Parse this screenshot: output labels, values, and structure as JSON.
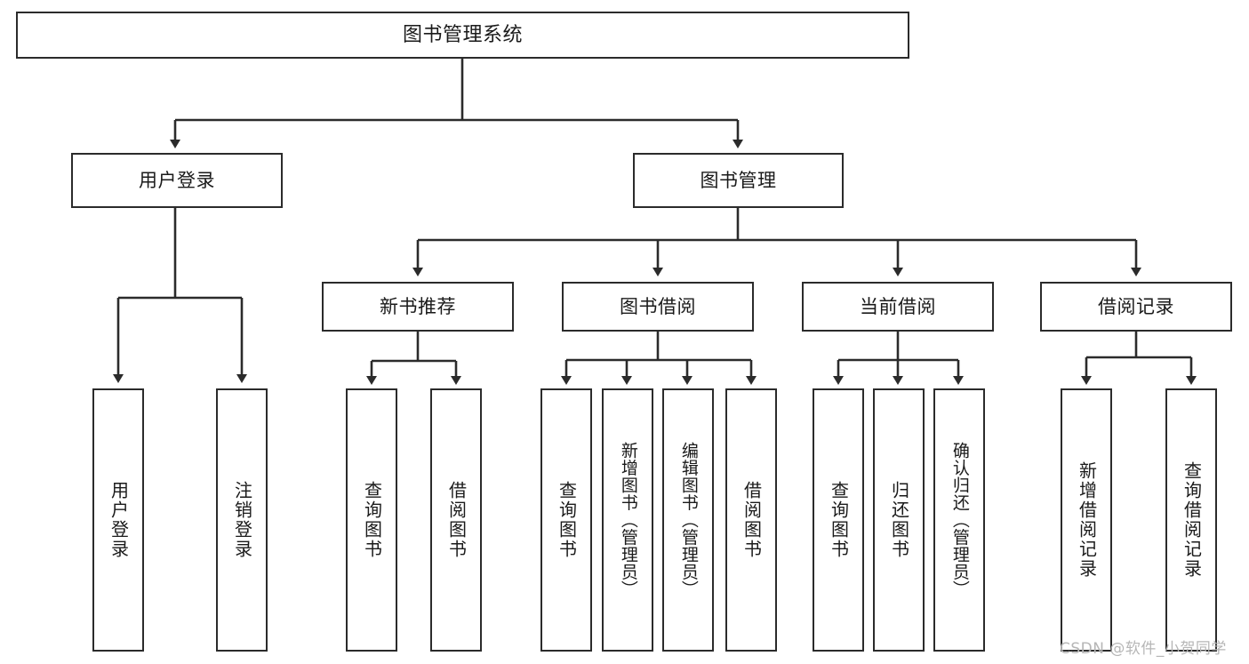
{
  "diagram": {
    "title": "图书管理系统",
    "type": "tree-hierarchy-chart",
    "orientation": "top-down",
    "colors": {
      "stroke": "#2b2b2b",
      "fill": "#ffffff",
      "text": "#1a1a1a",
      "watermark": "#b6b6b6"
    },
    "root": {
      "label": "图书管理系统"
    },
    "level2": [
      {
        "label": "用户登录"
      },
      {
        "label": "图书管理"
      }
    ],
    "level3": [
      {
        "label": "新书推荐"
      },
      {
        "label": "图书借阅"
      },
      {
        "label": "当前借阅"
      },
      {
        "label": "借阅记录"
      }
    ],
    "leaves": {
      "user_login": [
        {
          "label": "用户登录"
        },
        {
          "label": "注销登录"
        }
      ],
      "new_book_recommend": [
        {
          "label": "查询图书"
        },
        {
          "label": "借阅图书"
        }
      ],
      "book_borrow": [
        {
          "label": "查询图书"
        },
        {
          "label": "新增图书（管理员）"
        },
        {
          "label": "编辑图书（管理员）"
        },
        {
          "label": "借阅图书"
        }
      ],
      "current_borrow": [
        {
          "label": "查询图书"
        },
        {
          "label": "归还图书"
        },
        {
          "label": "确认归还（管理员）"
        }
      ],
      "borrow_record": [
        {
          "label": "新增借阅记录"
        },
        {
          "label": "查询借阅记录"
        }
      ]
    }
  },
  "watermark": {
    "text": "CSDN @软件_小贺同学"
  }
}
